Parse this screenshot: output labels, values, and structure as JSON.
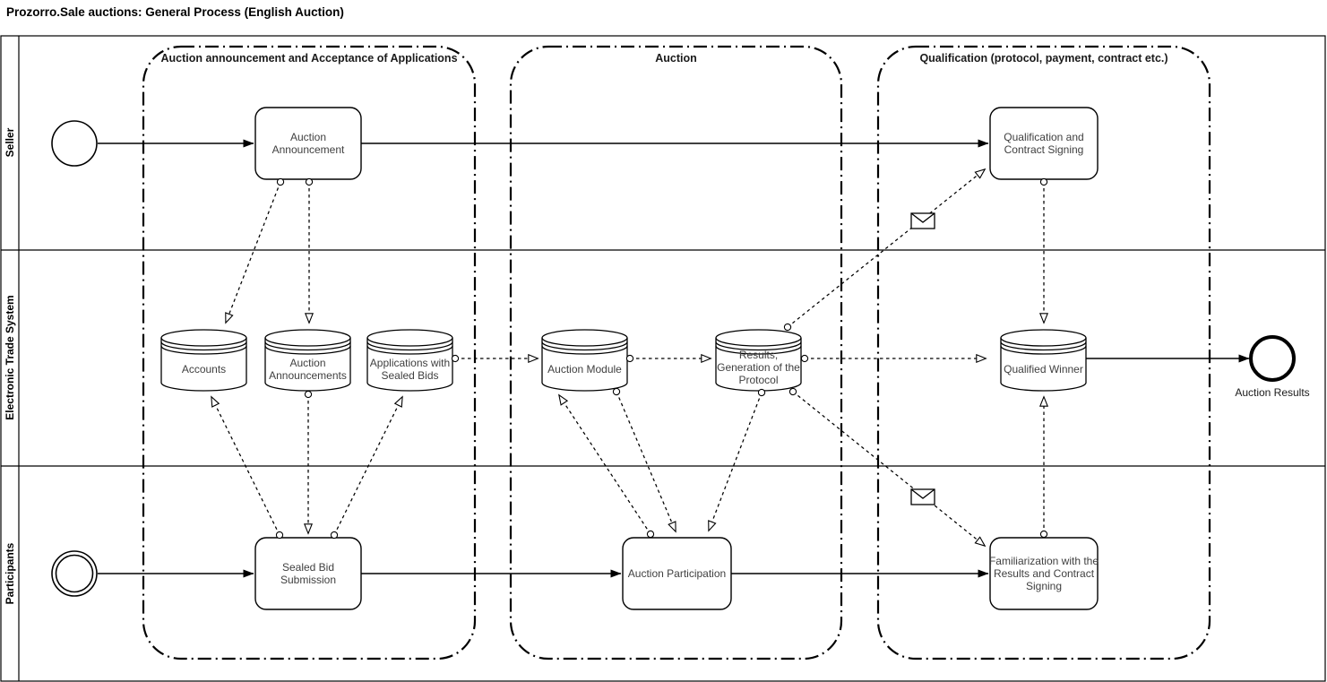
{
  "title": "Prozorro.Sale auctions: General Process (English Auction)",
  "pool": {
    "lanes": [
      {
        "label": "Seller"
      },
      {
        "label": "Electronic Trade System"
      },
      {
        "label": "Participants"
      }
    ]
  },
  "groups": [
    {
      "label": "Auction announcement and Acceptance of Applications"
    },
    {
      "label": "Auction"
    },
    {
      "label": "Qualification (protocol, payment, contract etc.)"
    }
  ],
  "nodes": {
    "seller_start": {
      "type": "start-event",
      "lane": "Seller"
    },
    "participants_start": {
      "type": "start-event",
      "lane": "Participants"
    },
    "auction_announcement": {
      "label": "Auction Announcement",
      "type": "task",
      "lane": "Seller"
    },
    "qualification_contract": {
      "label": "Qualification and Contract Signing",
      "type": "task",
      "lane": "Seller"
    },
    "sealed_bid_submission": {
      "label": "Sealed Bid Submission",
      "type": "task",
      "lane": "Participants"
    },
    "auction_participation": {
      "label": "Auction Participation",
      "type": "task",
      "lane": "Participants"
    },
    "familiarization": {
      "label": "Familiarization with the Results and Contract Signing",
      "type": "task",
      "lane": "Participants"
    },
    "accounts": {
      "label": "Accounts",
      "type": "data-store",
      "lane": "Electronic Trade System"
    },
    "auction_announcements": {
      "label": "Auction Announcements",
      "type": "data-store",
      "lane": "Electronic Trade System"
    },
    "applications_sealed_bids": {
      "label": "Applications with Sealed Bids",
      "type": "data-store",
      "lane": "Electronic Trade System"
    },
    "auction_module": {
      "label": "Auction Module",
      "type": "data-store",
      "lane": "Electronic Trade System"
    },
    "results_protocol": {
      "label": "Results, Generation of the Protocol",
      "type": "data-store",
      "lane": "Electronic Trade System"
    },
    "qualified_winner": {
      "label": "Qualified Winner",
      "type": "data-store",
      "lane": "Electronic Trade System"
    },
    "auction_results": {
      "label": "Auction Results",
      "type": "end-event",
      "lane": "Electronic Trade System"
    }
  },
  "edges": [
    {
      "from": "seller_start",
      "to": "auction_announcement",
      "type": "sequence"
    },
    {
      "from": "auction_announcement",
      "to": "qualification_contract",
      "type": "sequence"
    },
    {
      "from": "participants_start",
      "to": "sealed_bid_submission",
      "type": "sequence"
    },
    {
      "from": "sealed_bid_submission",
      "to": "auction_participation",
      "type": "sequence"
    },
    {
      "from": "auction_participation",
      "to": "familiarization",
      "type": "sequence"
    },
    {
      "from": "qualified_winner",
      "to": "auction_results",
      "type": "sequence"
    },
    {
      "from": "auction_announcement",
      "to": "accounts",
      "type": "association"
    },
    {
      "from": "auction_announcement",
      "to": "auction_announcements",
      "type": "association"
    },
    {
      "from": "sealed_bid_submission",
      "to": "accounts",
      "type": "association"
    },
    {
      "from": "auction_announcements",
      "to": "sealed_bid_submission",
      "type": "association"
    },
    {
      "from": "sealed_bid_submission",
      "to": "applications_sealed_bids",
      "type": "association"
    },
    {
      "from": "applications_sealed_bids",
      "to": "auction_module",
      "type": "association"
    },
    {
      "from": "auction_participation",
      "to": "auction_module",
      "type": "association"
    },
    {
      "from": "auction_module",
      "to": "auction_participation",
      "type": "association"
    },
    {
      "from": "auction_module",
      "to": "results_protocol",
      "type": "association"
    },
    {
      "from": "results_protocol",
      "to": "auction_participation",
      "type": "association"
    },
    {
      "from": "results_protocol",
      "to": "qualified_winner",
      "type": "association"
    },
    {
      "from": "results_protocol",
      "to": "qualification_contract",
      "type": "association",
      "icon": "envelope"
    },
    {
      "from": "results_protocol",
      "to": "familiarization",
      "type": "association",
      "icon": "envelope"
    },
    {
      "from": "qualification_contract",
      "to": "qualified_winner",
      "type": "association"
    },
    {
      "from": "familiarization",
      "to": "qualified_winner",
      "type": "association"
    }
  ],
  "colors": {
    "stroke": "#000000",
    "background": "#ffffff",
    "node_text": "#404040"
  }
}
